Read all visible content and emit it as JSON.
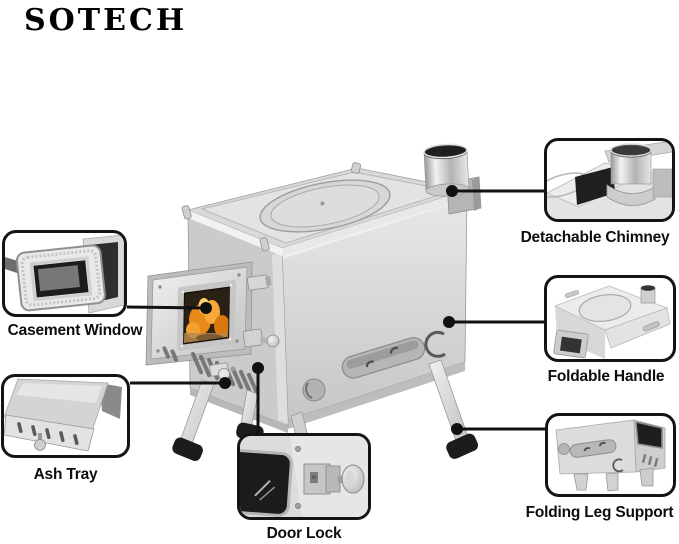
{
  "brand": {
    "logo_text": "SOTECH"
  },
  "callouts": {
    "detachable_chimney": {
      "label": "Detachable Chimney"
    },
    "casement_window": {
      "label": "Casement Window"
    },
    "ash_tray": {
      "label": "Ash Tray"
    },
    "foldable_handle": {
      "label": "Foldable Handle"
    },
    "folding_leg_support": {
      "label": "Folding Leg Support"
    },
    "door_lock": {
      "label": "Door Lock"
    }
  },
  "colors": {
    "background": "#ffffff",
    "callout_border": "#141414",
    "callout_line": "#111111",
    "label_text": "#0d0d0d",
    "steel_light": "#ececec",
    "steel_mid": "#cfcfcf",
    "steel_dark": "#a8a8a8",
    "fire_orange": "#e8891a",
    "fire_yellow": "#ffd272",
    "foot_black": "#1c1c1c"
  }
}
